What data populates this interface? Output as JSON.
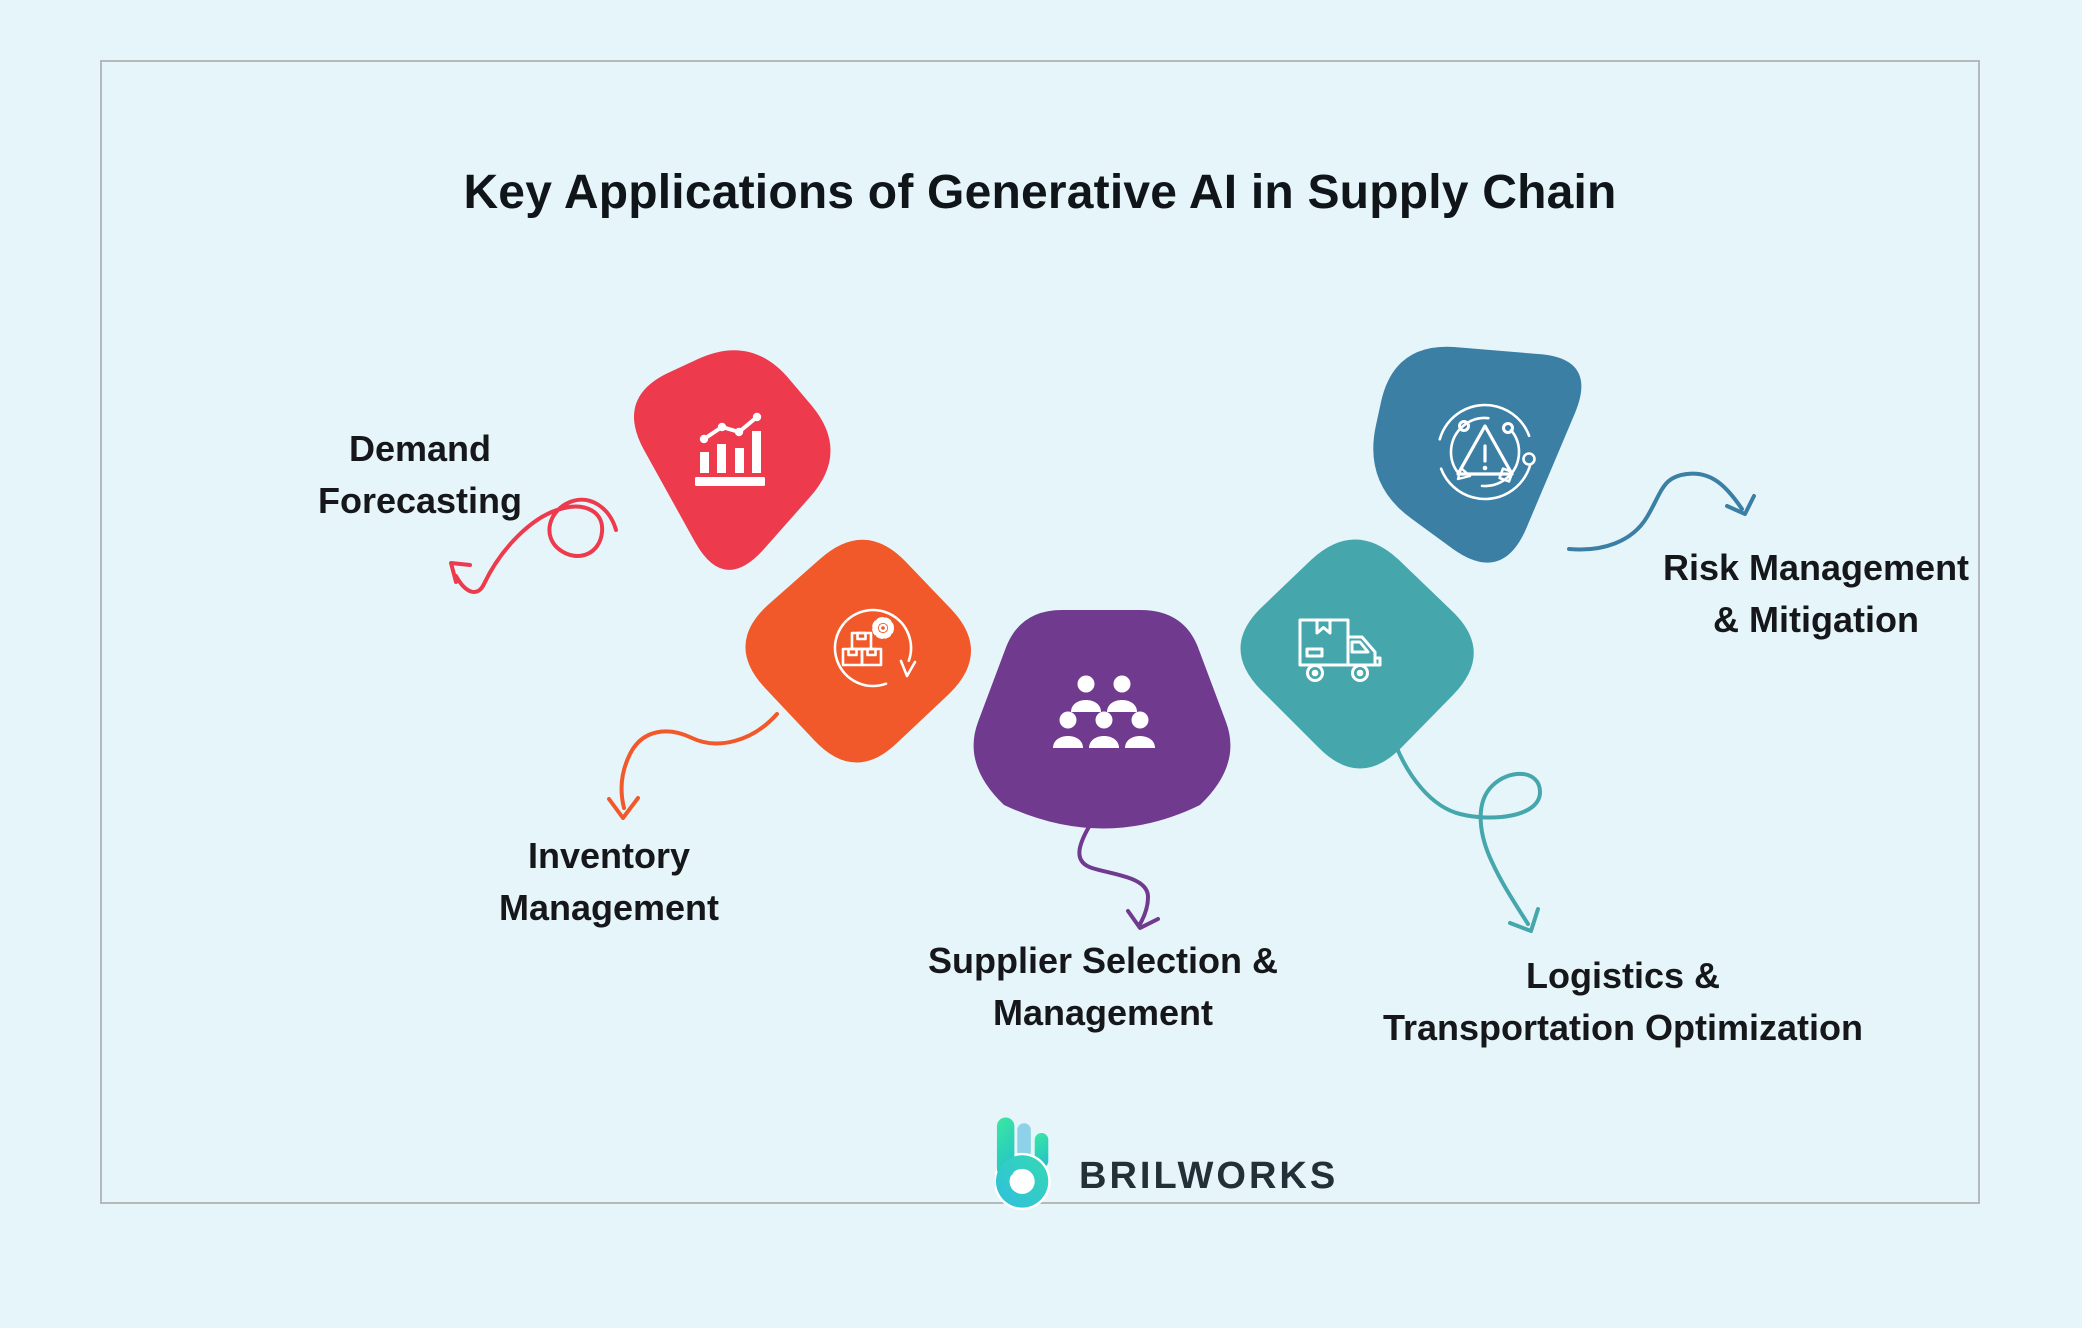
{
  "title": "Key Applications of Generative AI in Supply Chain",
  "brand": {
    "name": "BRILWORKS"
  },
  "colors": {
    "background": "#e6f5fa",
    "panel_border": "#b6b9bb",
    "title_color": "#10151a",
    "label_color": "#15171a",
    "icon_color": "#ffffff",
    "logo_text_color": "#243038",
    "logo_green": "#3be8a0",
    "logo_teal": "#2fbfdd",
    "logo_light_blue": "#8ed2ea"
  },
  "items": [
    {
      "id": "demand-forecasting",
      "label_lines": [
        "Demand",
        "Forecasting"
      ],
      "color": "#ee3a4d",
      "icon": "bar-chart-trend-icon"
    },
    {
      "id": "inventory-management",
      "label_lines": [
        "Inventory",
        "Management"
      ],
      "color": "#f2592a",
      "icon": "inventory-boxes-gear-icon"
    },
    {
      "id": "supplier-selection-management",
      "label_lines": [
        "Supplier Selection &",
        "Management"
      ],
      "color": "#703a8f",
      "icon": "people-group-icon"
    },
    {
      "id": "logistics-transportation-optimization",
      "label_lines": [
        "Logistics &",
        "Transportation Optimization"
      ],
      "color": "#45a7ac",
      "icon": "delivery-truck-icon"
    },
    {
      "id": "risk-management-mitigation",
      "label_lines": [
        "Risk Management",
        "& Mitigation"
      ],
      "color": "#3b7fa5",
      "icon": "risk-alert-icon"
    }
  ]
}
